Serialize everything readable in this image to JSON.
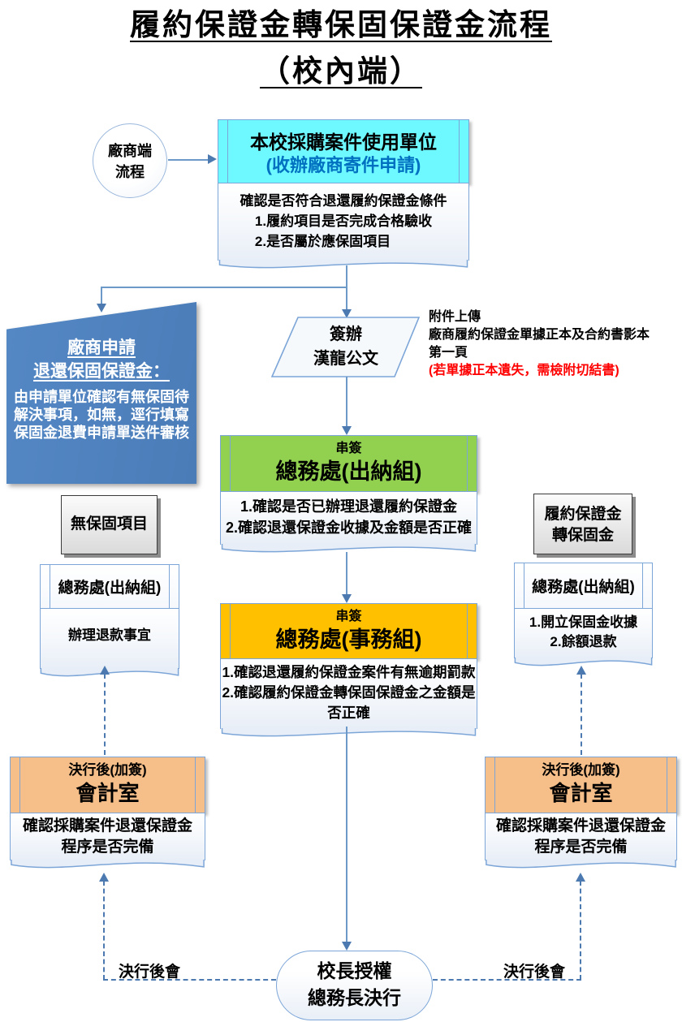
{
  "title": {
    "line1": "履約保證金轉保固保證金流程",
    "line2": "（校內端）"
  },
  "colors": {
    "cyan": "#6ef8ff",
    "green": "#92d050",
    "gold": "#ffc000",
    "peach": "#f6be88",
    "blue": "#4e81bd",
    "line": "#7da6d8",
    "lineS": "#6d99c8",
    "arrow": "#4c7ab0",
    "red": "#ff0000",
    "blueText": "#0070c0"
  },
  "vendor_circle": {
    "line1": "廠商端",
    "line2": "流程"
  },
  "start_unit": {
    "header1": "本校採購案件使用單位",
    "header2": "(收辦廠商寄件申請)",
    "doc1": "確認是否符合退還履約保證金條件",
    "doc2": "1.履約項目是否完成合格驗收",
    "doc3": "2.是否屬於應保固項目"
  },
  "vendor_apply": {
    "heading1": "廠商申請",
    "heading2": "退還保固保證金：",
    "body1": "由申請單位確認有無保固待",
    "body2": "解決事項，如無，逕行填寫",
    "body3": "保固金退費申請單送件審核"
  },
  "sign": {
    "line1": "簽辦",
    "line2": "漢龍公文"
  },
  "attachment_note": {
    "line1": "附件上傳",
    "line2": "廠商履約保證金單據正本及合約書影本",
    "line3": "第一頁",
    "line4": "(若單據正本遺失，需檢附切結書)"
  },
  "cashier_serial": {
    "tag": "串簽",
    "title": "總務處(出納組)",
    "doc1": "1.確認是否已辦理退還履約保證金",
    "doc2": "2.確認退還保證金收據及金額是否正確"
  },
  "affairs_serial": {
    "tag": "串簽",
    "title": "總務處(事務組)",
    "doc1": "1.確認退還履約保證金案件有無逾期罰款",
    "doc2": "2.確認履約保證金轉保固保證金之金額是",
    "doc3": "否正確"
  },
  "no_warranty_label": "無保固項目",
  "left_cashier": {
    "title": "總務處(出納組)",
    "doc": "辦理退款事宜"
  },
  "to_warranty": {
    "line1": "履約保證金",
    "line2": "轉保固金"
  },
  "right_cashier": {
    "title": "總務處(出納組)",
    "doc1": "1.開立保固金收據",
    "doc2": "2.餘額退款"
  },
  "left_accounting": {
    "tag": "決行後(加簽)",
    "title": "會計室",
    "doc1": "確認採購案件退還保證金",
    "doc2": "程序是否完備"
  },
  "right_accounting": {
    "tag": "決行後(加簽)",
    "title": "會計室",
    "doc1": "確認採購案件退還保證金",
    "doc2": "程序是否完備"
  },
  "final_node": {
    "line1": "校長授權",
    "line2": "總務長決行"
  },
  "dashed_labels": {
    "left": "決行後會",
    "right": "決行後會"
  }
}
